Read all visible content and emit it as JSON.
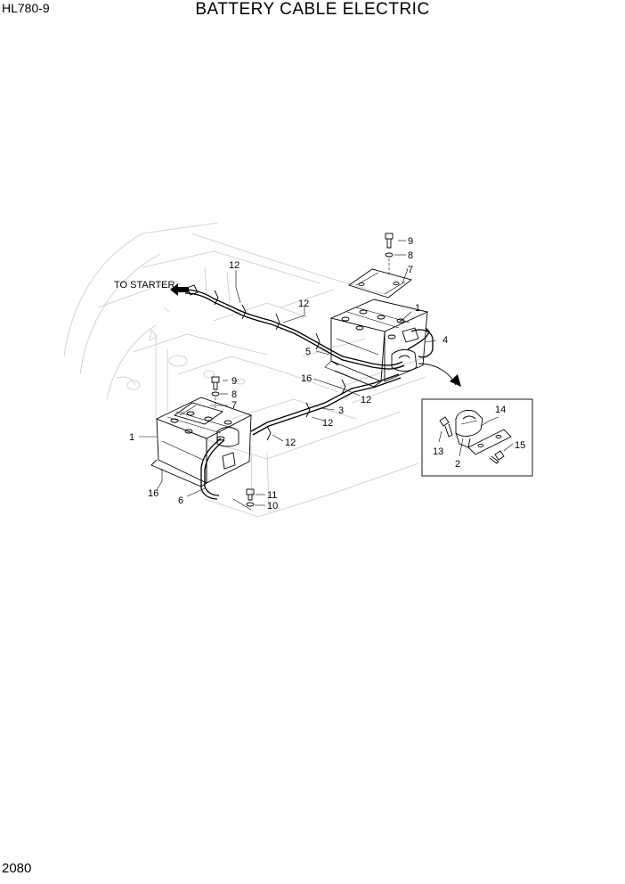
{
  "header": {
    "model": "HL780-9",
    "title": "BATTERY CABLE ELECTRIC"
  },
  "footer": {
    "page_number": "2080"
  },
  "diagram": {
    "note": "TO STARTER",
    "callouts": {
      "c9a": "9",
      "c8a": "8",
      "c7a": "7",
      "c12a": "12",
      "c12b": "12",
      "c1a": "1",
      "c4": "4",
      "c5": "5",
      "c16a": "16",
      "c12c": "12",
      "c3": "3",
      "c12d": "12",
      "c9b": "9",
      "c8b": "8",
      "c7b": "7",
      "c1b": "1",
      "c12e": "12",
      "c16b": "16",
      "c6": "6",
      "c11": "11",
      "c10": "10",
      "c14": "14",
      "c13": "13",
      "c15": "15",
      "c2": "2"
    }
  }
}
